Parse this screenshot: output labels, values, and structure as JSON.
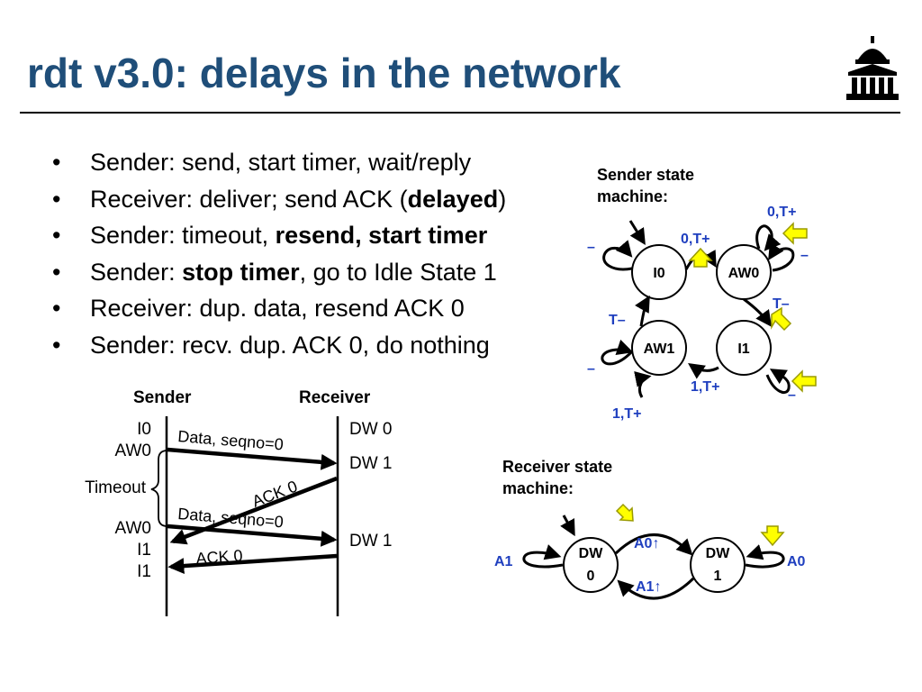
{
  "slide": {
    "title": "rdt v3.0: delays in the network",
    "logo_icon": "university-building-icon"
  },
  "bullets": [
    {
      "parts": [
        {
          "text": "Sender: send, start timer, wait/reply",
          "bold": false
        }
      ]
    },
    {
      "parts": [
        {
          "text": "Receiver: deliver; send ACK (",
          "bold": false
        },
        {
          "text": "delayed",
          "bold": true
        },
        {
          "text": ")",
          "bold": false
        }
      ]
    },
    {
      "parts": [
        {
          "text": "Sender: timeout, ",
          "bold": false
        },
        {
          "text": "resend, start timer",
          "bold": true
        }
      ]
    },
    {
      "parts": [
        {
          "text": "Sender: ",
          "bold": false
        },
        {
          "text": "stop timer",
          "bold": true
        },
        {
          "text": ", go to Idle State 1",
          "bold": false
        }
      ]
    },
    {
      "parts": [
        {
          "text": "Receiver: dup. data, resend ACK 0",
          "bold": false
        }
      ]
    },
    {
      "parts": [
        {
          "text": "Sender: recv. dup. ACK 0, do nothing",
          "bold": false
        }
      ]
    }
  ],
  "timing": {
    "sender_heading": "Sender",
    "receiver_heading": "Receiver",
    "sender_states": [
      "I0",
      "AW0",
      "AW0",
      "I1",
      "I1"
    ],
    "receiver_states": [
      "DW 0",
      "DW 1",
      "DW 1"
    ],
    "timeout_label": "Timeout",
    "messages": [
      "Data, seqno=0",
      "ACK 0",
      "Data, seqno=0",
      "ACK 0"
    ]
  },
  "sender_fsm": {
    "title_line1": "Sender state",
    "title_line2": "machine:",
    "states": [
      "I0",
      "AW0",
      "AW1",
      "I1"
    ],
    "labels": {
      "i0_self": "–",
      "i0_to_aw0": "0,T+",
      "aw0_top": "0,T+",
      "aw0_self": "–",
      "aw0_to_i1": "T–",
      "aw1_from_i0": "T–",
      "aw1_self": "–",
      "aw1_bottom": "1,T+",
      "i1_to_aw1": "1,T+",
      "i1_self": "–"
    }
  },
  "receiver_fsm": {
    "title_line1": "Receiver state",
    "title_line2": "machine:",
    "states": [
      {
        "line1": "DW",
        "line2": "0"
      },
      {
        "line1": "DW",
        "line2": "1"
      }
    ],
    "labels": {
      "dw0_self": "A1",
      "dw0_to_dw1": "A0↑",
      "dw1_to_dw0": "A1↑",
      "dw1_self": "A0"
    }
  },
  "colors": {
    "title": "#1f4e79",
    "fsm_label": "#1f3fbf",
    "highlight_fill": "#ffff00",
    "highlight_stroke": "#9a9a00"
  }
}
